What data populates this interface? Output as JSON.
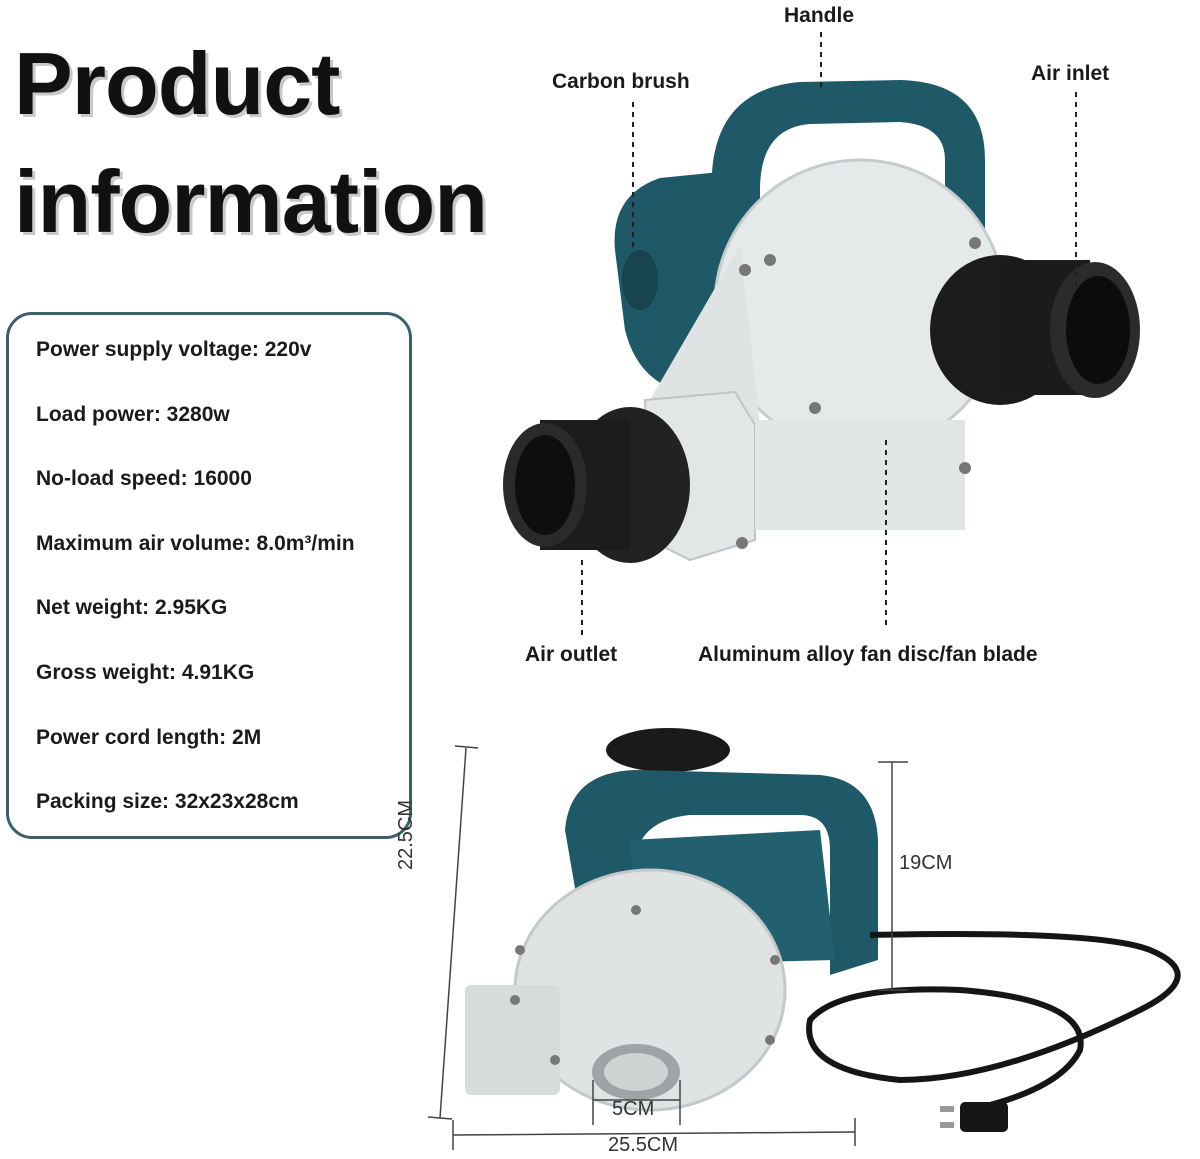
{
  "title": {
    "line1": "Product",
    "line2": "information"
  },
  "specs": [
    "Power supply voltage: 220v",
    "Load power: 3280w",
    "No-load speed: 16000",
    "Maximum air volume: 8.0m³/min",
    "Net weight: 2.95KG",
    "Gross weight: 4.91KG",
    "Power cord length: 2M",
    "Packing size: 32x23x28cm"
  ],
  "callouts": {
    "handle": "Handle",
    "carbon_brush": "Carbon brush",
    "air_inlet": "Air inlet",
    "air_outlet": "Air outlet",
    "fan_disc": "Aluminum alloy fan disc/fan blade"
  },
  "dimensions": {
    "height_total": "22.5CM",
    "height_body": "19CM",
    "outlet_diameter": "5CM",
    "length": "25.5CM"
  },
  "colors": {
    "teal": "#1f5866",
    "body_grey": "#e4e7e8",
    "rubber": "#1b1b1b",
    "box_border": "#3d5f6b"
  }
}
